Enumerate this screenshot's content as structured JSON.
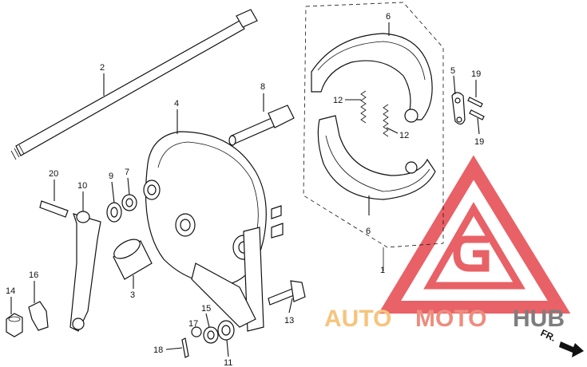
{
  "callouts": {
    "c1": "1",
    "c2": "2",
    "c3": "3",
    "c4": "4",
    "c5": "5",
    "c6a": "6",
    "c6b": "6",
    "c7": "7",
    "c8": "8",
    "c9": "9",
    "c10": "10",
    "c11": "11",
    "c12a": "12",
    "c12b": "12",
    "c13": "13",
    "c14": "14",
    "c15": "15",
    "c16": "16",
    "c17": "17",
    "c18": "18",
    "c19a": "19",
    "c19b": "19",
    "c20": "20"
  },
  "watermark": {
    "auto": "AUTO",
    "moto": "MOTO",
    "hub": "HUB",
    "auto_color": "#f6c47d",
    "moto_color": "#ee8c7e",
    "hub_color": "#7d7d7d",
    "logo_color": "#e4464c"
  },
  "direction": {
    "label": "FR."
  }
}
